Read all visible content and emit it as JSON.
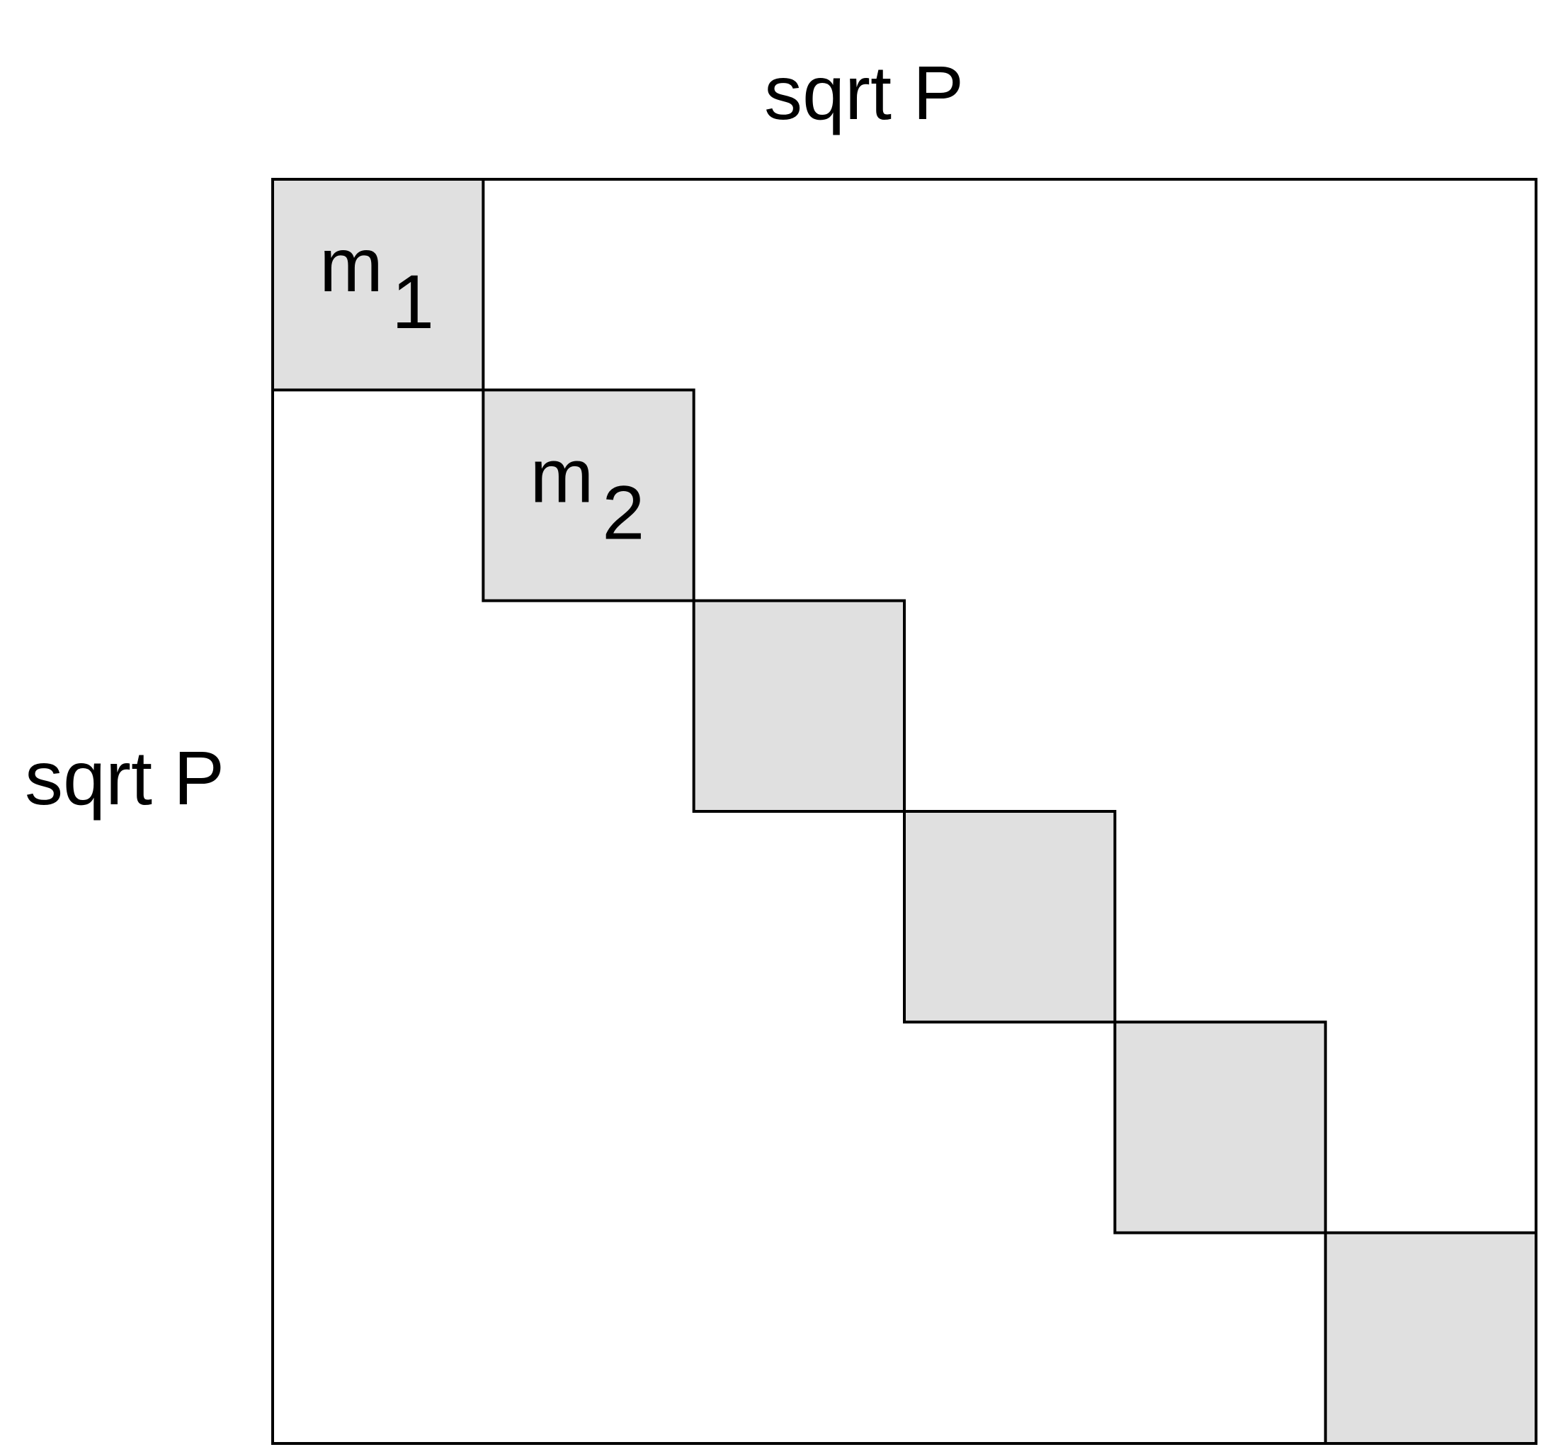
{
  "labels": {
    "top": "sqrt P",
    "left": "sqrt P"
  },
  "blocks": [
    {
      "base": "m",
      "subscript": "1"
    },
    {
      "base": "m",
      "subscript": "2"
    },
    {
      "base": "",
      "subscript": ""
    },
    {
      "base": "",
      "subscript": ""
    },
    {
      "base": "",
      "subscript": ""
    },
    {
      "base": "",
      "subscript": ""
    }
  ],
  "colors": {
    "block_fill": "#e0e0e0",
    "stroke": "#000000",
    "background": "#ffffff"
  }
}
